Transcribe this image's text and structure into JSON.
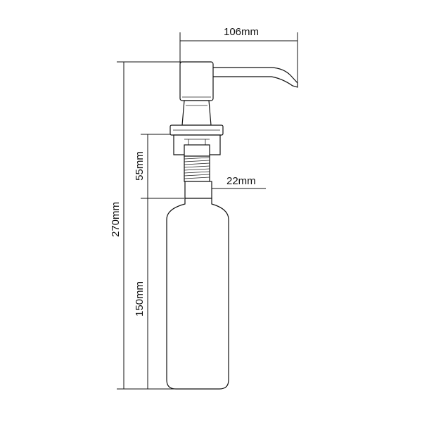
{
  "dimensions": {
    "spout_length": "106mm",
    "total_height": "270mm",
    "thread_length": "55mm",
    "thread_diameter": "22mm",
    "bottle_height": "150mm"
  },
  "colors": {
    "line": "#111111",
    "background": "#ffffff"
  }
}
